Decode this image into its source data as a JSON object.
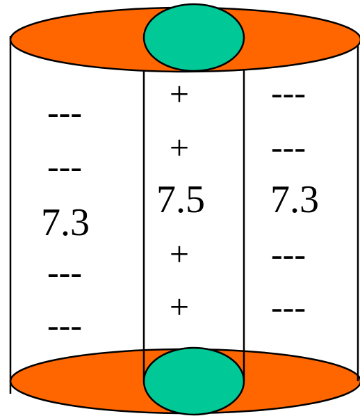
{
  "colors": {
    "outer_ellipse": "#ff6600",
    "inner_ellipse": "#00c896",
    "outline": "#000000",
    "background": "#ffffff"
  },
  "outer_left": {
    "labels": [
      "---",
      "---",
      "7.3",
      "---",
      "---"
    ]
  },
  "inner_column": {
    "labels": [
      "+",
      "+",
      "7.5",
      "+",
      "+"
    ]
  },
  "outer_right": {
    "labels": [
      "---",
      "---",
      "7.3",
      "---",
      "---"
    ]
  }
}
